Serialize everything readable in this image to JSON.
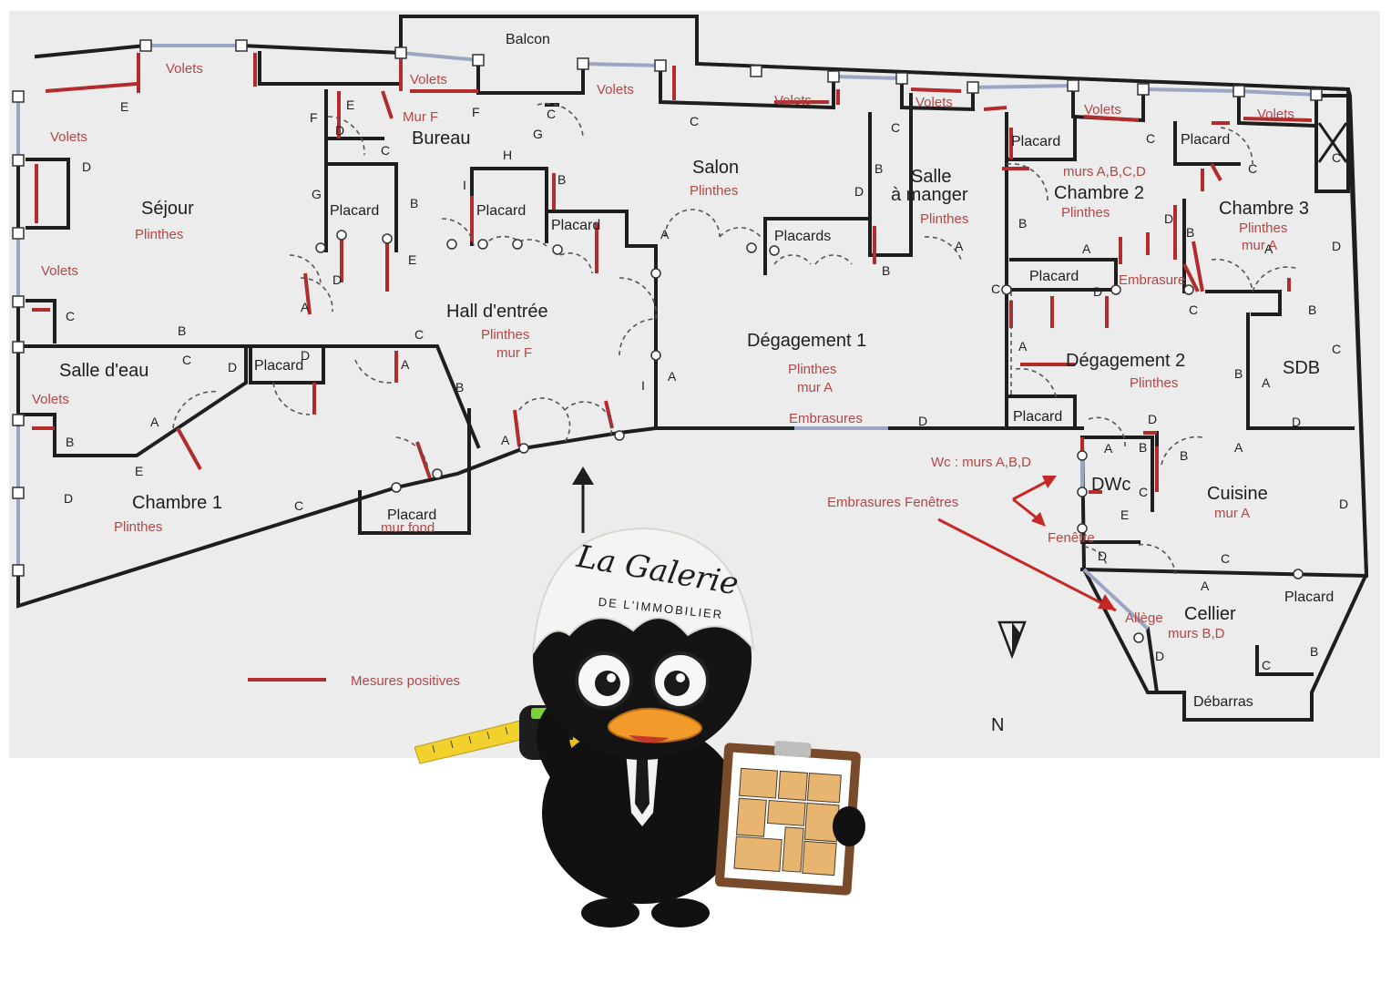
{
  "rooms": {
    "balcon": "Balcon",
    "sejour": "Séjour",
    "bureau": "Bureau",
    "salon": "Salon",
    "salle_a_manger_1": "Salle",
    "salle_a_manger_2": "à manger",
    "chambre2": "Chambre 2",
    "chambre3": "Chambre 3",
    "hall": "Hall d'entrée",
    "degagement1": "Dégagement 1",
    "degagement2": "Dégagement 2",
    "sdb": "SDB",
    "salle_eau": "Salle d'eau",
    "chambre1": "Chambre 1",
    "cuisine": "Cuisine",
    "cellier": "Cellier",
    "debarras": "Débarras",
    "dwc": "DWc"
  },
  "placards": {
    "bureau": "Placard",
    "hall_1": "Placard",
    "hall_2": "Placard",
    "placards": "Placards",
    "salle_eau": "Placard",
    "entree": "Placard",
    "chambre2": "Placard",
    "chambre3": "Placard",
    "degagement2_top": "Placard",
    "degagement2_bottom": "Placard",
    "cellier": "Placard"
  },
  "notes": {
    "volets": "Volets",
    "plinthes": "Plinthes",
    "mur_f": "Mur F",
    "hall_plinthes": "Plinthes",
    "hall_mur": "mur F",
    "deg1_plinthes": "Plinthes",
    "deg1_mur": "mur A",
    "embrasures": "Embrasures",
    "murs_abcd": "murs A,B,C,D",
    "chambre2_plinthes": "Plinthes",
    "chambre3_plinthes": "Plinthes",
    "chambre3_mur": "mur A",
    "embrasure": "Embrasure",
    "deg2_plinthes": "Plinthes",
    "wc_murs": "Wc : murs A,B,D",
    "embrasures_fenetres": "Embrasures Fenêtres",
    "fenetre": "Fenêtre",
    "cuisine_mur": "mur A",
    "allege": "Allège",
    "cellier_murs": "murs B,D",
    "placard_mur": "mur fond",
    "sam_plinthes": "Plinthes",
    "salon_plinthes": "Plinthes",
    "sejour_plinthes": "Plinthes",
    "chambre1_plinthes": "Plinthes"
  },
  "legend": {
    "label": "Mesures positives",
    "color": "#b32c2c"
  },
  "compass": {
    "north": "N"
  },
  "brand": {
    "line1": "La Galerie",
    "line2": "DE L'IMMOBILIER"
  },
  "colors": {
    "panel": "#ececec",
    "walls": "#1e1e1e",
    "measure": "#b32c2c",
    "windows": "#9aa6c4"
  }
}
